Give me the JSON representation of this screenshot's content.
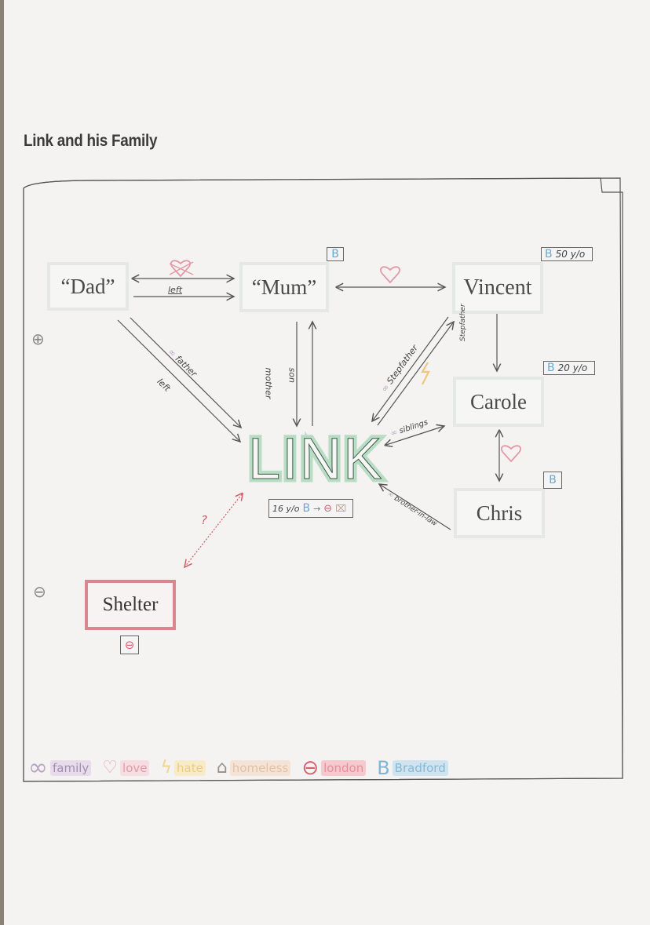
{
  "page": {
    "title": "Link and his Family"
  },
  "nodes": {
    "dad": {
      "label": "“Dad”"
    },
    "mum": {
      "label": "“Mum”",
      "tag": "B"
    },
    "vincent": {
      "label": "Vincent",
      "tag": "B",
      "age": "50 y/o"
    },
    "carole": {
      "label": "Carole",
      "tag": "B",
      "age": "20 y/o"
    },
    "chris": {
      "label": "Chris",
      "tag": "B"
    },
    "link": {
      "label": "LINK",
      "age": "16 y/o",
      "journey": "B → london, homeless"
    },
    "shelter": {
      "label": "Shelter",
      "tag": "london"
    }
  },
  "edges": {
    "dad_mum_top_symbol": "crossed-out heart",
    "dad_mum_bottom": "left",
    "mum_vincent_symbol": "heart",
    "dad_link_top": "father",
    "dad_link_bottom": "left",
    "mum_link_down": "mother",
    "link_mum_up": "son",
    "vincent_link": "Stepfather",
    "vincent_carole": "Stepfather",
    "carole_link": "siblings",
    "carole_chris_symbol": "heart",
    "chris_link": "brother-in-law",
    "link_shelter": "?"
  },
  "legend": [
    {
      "icon": "∞",
      "label": "family",
      "color": "#b9a3c4"
    },
    {
      "icon": "♡",
      "label": "love",
      "color": "#e8a3ad"
    },
    {
      "icon": "ϟ",
      "label": "hate",
      "color": "#f2d48a"
    },
    {
      "icon": "⌂",
      "label": "homeless",
      "color": "#e9c9ad"
    },
    {
      "icon": "⊖",
      "label": "london",
      "color": "#f0a5b0"
    },
    {
      "icon": "B",
      "label": "Bradford",
      "color": "#a6cde3"
    }
  ],
  "margin_marks": [
    "⊕",
    "⊖"
  ]
}
